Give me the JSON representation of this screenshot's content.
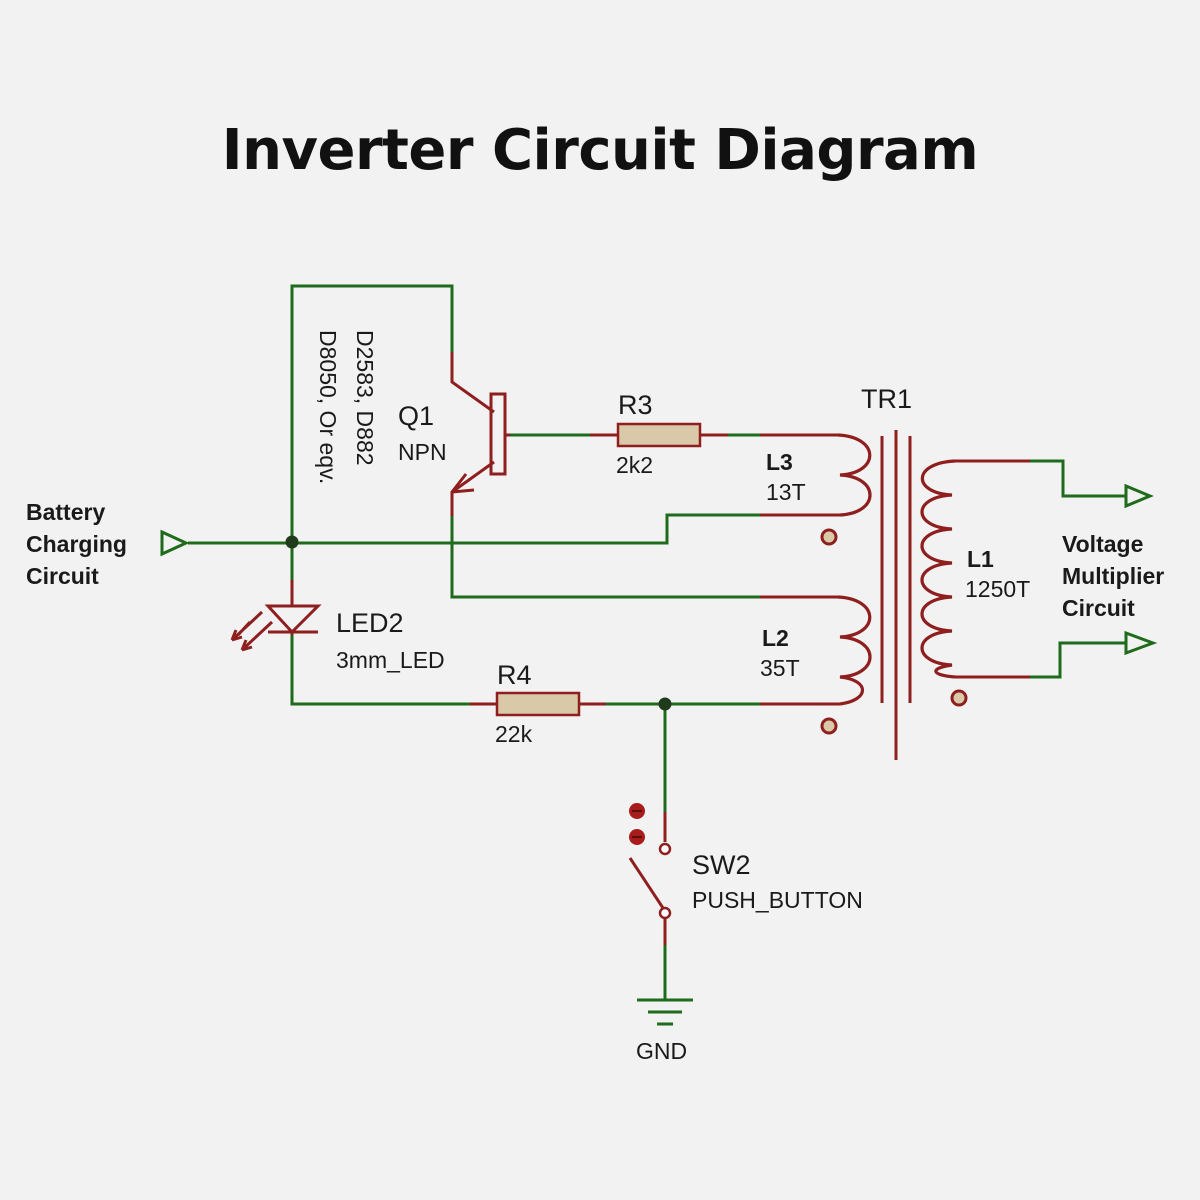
{
  "title": "Inverter Circuit Diagram",
  "colors": {
    "wire": "#1f6b1c",
    "component": "#8f1f1f",
    "resistor_fill": "#d9c9a8",
    "background": "#f2f2f2"
  },
  "ports": {
    "battery": [
      "Battery",
      "Charging",
      "Circuit"
    ],
    "voltage": [
      "Voltage",
      "Multiplier",
      "Circuit"
    ]
  },
  "q1": {
    "ref": "Q1",
    "type": "NPN",
    "part_line1": "D2583, D882",
    "part_line2": "D8050, Or eqv."
  },
  "r3": {
    "ref": "R3",
    "value": "2k2"
  },
  "r4": {
    "ref": "R4",
    "value": "22k"
  },
  "tr1": {
    "ref": "TR1"
  },
  "l3": {
    "ref": "L3",
    "turns": "13T"
  },
  "l2": {
    "ref": "L2",
    "turns": "35T"
  },
  "l1": {
    "ref": "L1",
    "turns": "1250T"
  },
  "led2": {
    "ref": "LED2",
    "value": "3mm_LED"
  },
  "sw2": {
    "ref": "SW2",
    "value": "PUSH_BUTTON"
  },
  "gnd": {
    "label": "GND"
  }
}
